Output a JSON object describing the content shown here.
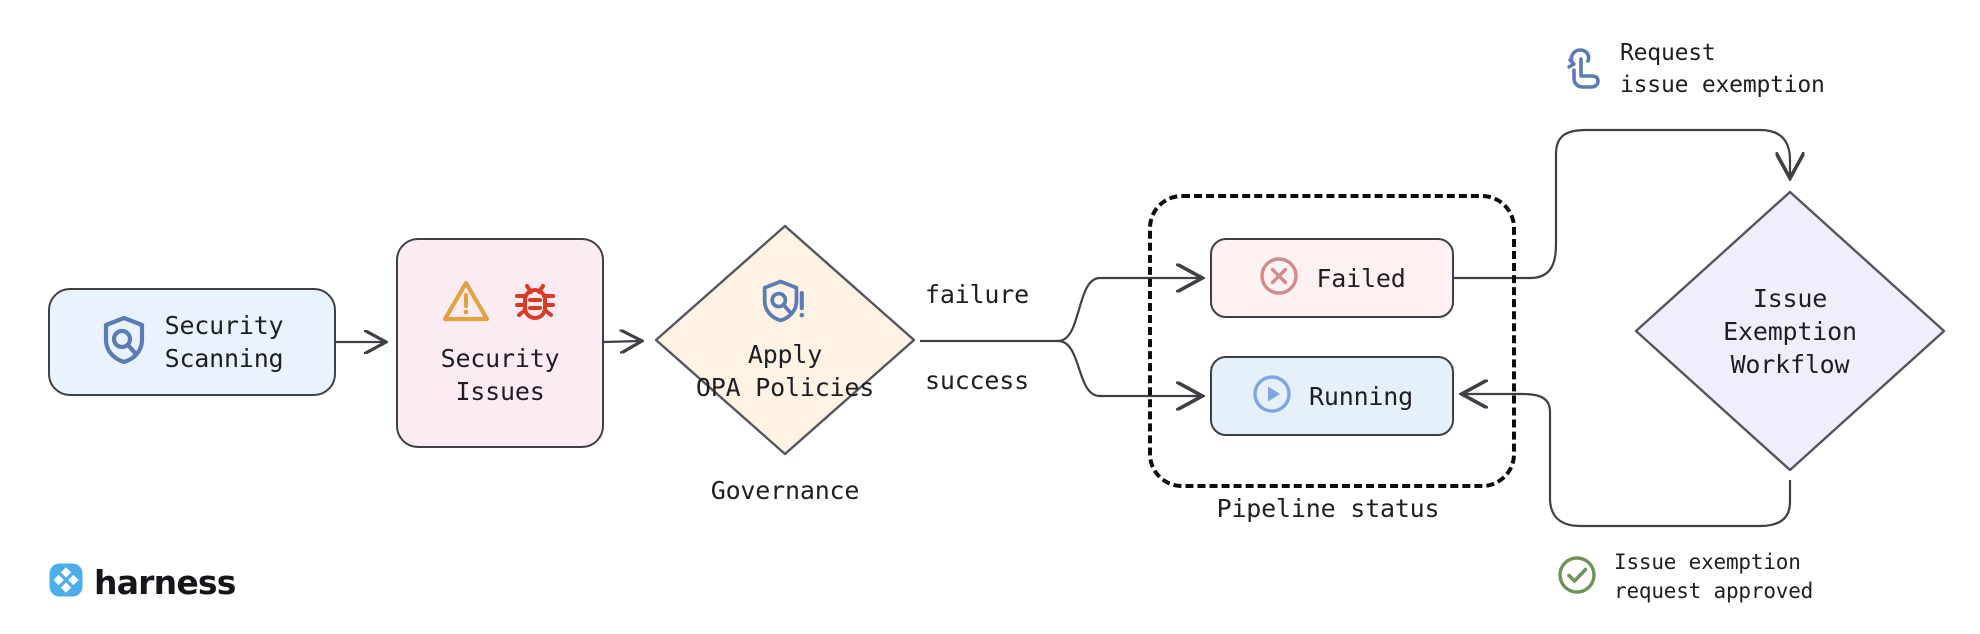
{
  "diagram": {
    "title_text": "Security scanning governance and issue exemption workflow",
    "background": "#ffffff"
  },
  "nodes": {
    "security_scanning": {
      "label": "Security\nScanning",
      "icon": "shield-search-icon",
      "fill": "#eaf2fd",
      "stroke": "#3f3f46"
    },
    "security_issues": {
      "label": "Security\nIssues",
      "icons": [
        "warning-triangle-icon",
        "bug-icon"
      ],
      "fill": "#fcebf3",
      "stroke": "#3f3f46"
    },
    "governance": {
      "label": "Apply\nOPA Policies",
      "caption": "Governance",
      "icon": "shield-search-alert-icon",
      "fill": "#fdf2e4",
      "stroke": "#55555d"
    },
    "failed": {
      "label": "Failed",
      "icon": "circle-x-icon",
      "fill": "#fdf1f1",
      "stroke": "#3f3f46",
      "icon_color": "#cf8b8b"
    },
    "running": {
      "label": "Running",
      "icon": "circle-play-icon",
      "fill": "#e6f0fb",
      "stroke": "#3f3f46",
      "icon_color": "#7fa6e0"
    },
    "exemption_workflow": {
      "label": "Issue\nExemption\nWorkflow",
      "fill": "#f1eefb",
      "stroke": "#55555d"
    }
  },
  "clusters": {
    "pipeline_status": {
      "caption": "Pipeline status",
      "stroke": "#0d0d0f",
      "style": "dashed"
    }
  },
  "edge_labels": {
    "failure": "failure",
    "success": "success"
  },
  "annotations": {
    "request_exemption": {
      "text": "Request\nissue exemption",
      "icon": "click-hand-icon",
      "icon_color": "#5b7bb4"
    },
    "request_approved": {
      "text": "Issue exemption\nrequest approved",
      "icon": "check-circle-icon",
      "icon_color": "#6f9459"
    }
  },
  "brand": {
    "name": "harness",
    "logo_icon": "harness-logo-icon",
    "logo_color": "#4dacea"
  },
  "colors": {
    "edge_stroke": "#3f3f46",
    "text": "#1f1f23",
    "blue_icon": "#5b7bb4",
    "warning_orange": "#e0a33f",
    "bug_red": "#dc3a25",
    "green": "#6f9459"
  }
}
